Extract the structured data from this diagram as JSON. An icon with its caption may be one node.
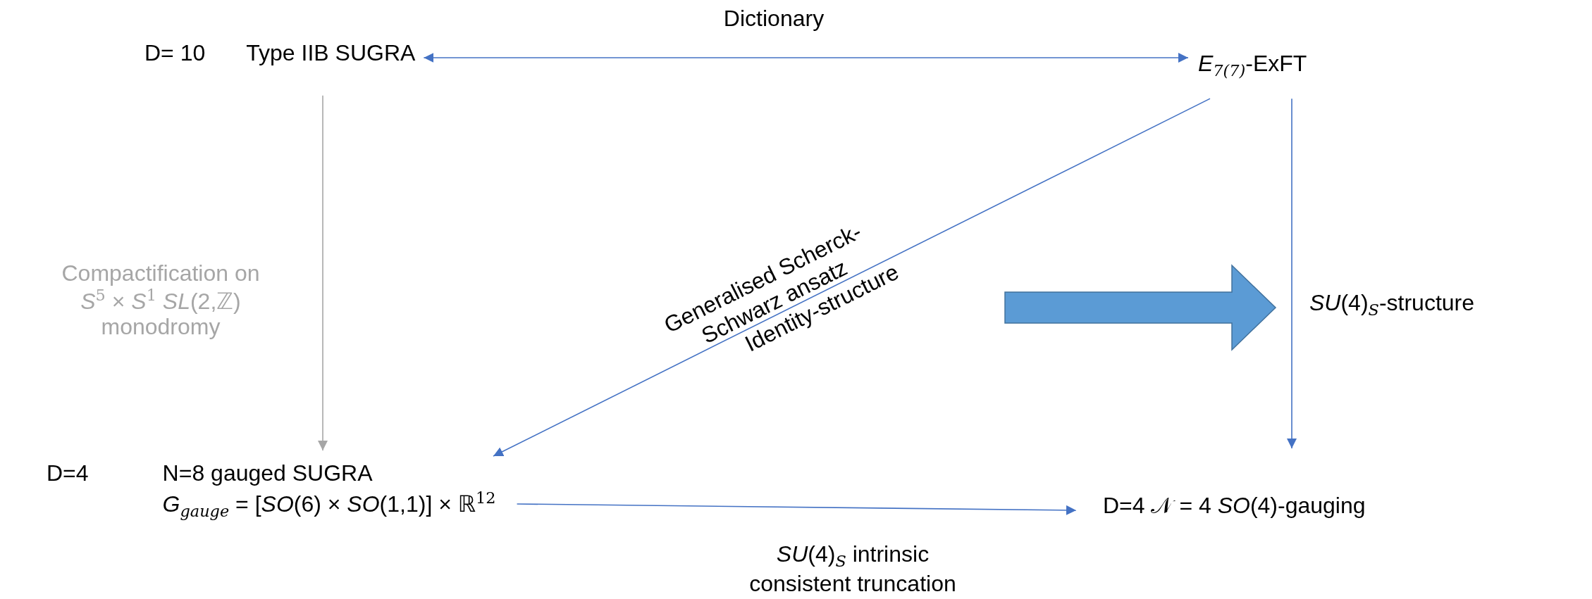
{
  "diagram": {
    "nodes": [
      {
        "text": [
          "D= 10",
          "Type IIB SUGRA"
        ]
      },
      {
        "text": [
          "*E*$_{7(7)}$-ExFT"
        ]
      },
      {
        "text": [
          "D=4",
          "N=8 gauged SUGRA",
          "*G*$_{gauge}$ = [*SO*(6) × *SO*(1,1)] × ℝ$^{12}$"
        ]
      },
      {
        "text": [
          "D=4 𝒩 = 4 *SO*(4)-gauging"
        ]
      },
      {
        "text": [
          "*SU*(4)$_{S}$-structure"
        ]
      }
    ],
    "edges": [
      {
        "from": 0,
        "to": 1,
        "arrow": "both",
        "label": "Dictionary"
      },
      {
        "from": 0,
        "to": 2,
        "arrow": "to",
        "color": "#a6a6a6",
        "label": "Compactification on *S*$^{5}$ × *S*$^{1}$ *SL*(2,ℤ) monodromy"
      },
      {
        "from": 1,
        "to": 2,
        "arrow": "to",
        "label": "Generalised Scherck- Schwarz ansatz"
      },
      {
        "from": 1,
        "to": 3,
        "arrow": "to"
      },
      {
        "from": 2,
        "to": 3,
        "arrow": "to",
        "label": "*SU*(4)$_{S}$ intrinsic consistent truncation"
      },
      {
        "from": null,
        "to": 4,
        "arrow": "to",
        "style": "thick",
        "color": "#5b9bd5"
      }
    ],
    "labels": [
      "Identity-structure"
    ]
  }
}
